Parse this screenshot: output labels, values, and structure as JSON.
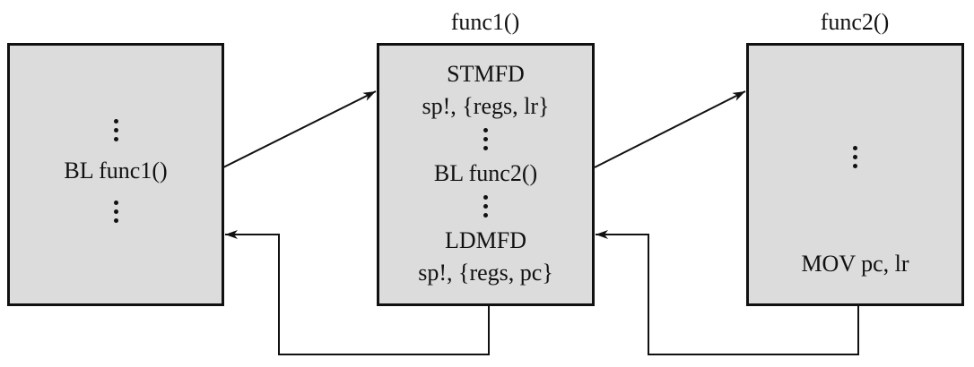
{
  "diagram": {
    "functions": [
      {
        "id": "caller",
        "title": "",
        "lines": [
          "BL func1()"
        ]
      },
      {
        "id": "func1",
        "title": "func1()",
        "lines": [
          "STMFD",
          "sp!, {regs, lr}",
          "BL func2()",
          "LDMFD",
          "sp!, {regs, pc}"
        ]
      },
      {
        "id": "func2",
        "title": "func2()",
        "lines": [
          "MOV pc, lr"
        ]
      }
    ],
    "edges": [
      {
        "from": "caller",
        "to": "func1",
        "kind": "call"
      },
      {
        "from": "func1",
        "to": "func2",
        "kind": "call"
      },
      {
        "from": "func1",
        "to": "caller",
        "kind": "return"
      },
      {
        "from": "func2",
        "to": "func1",
        "kind": "return"
      }
    ],
    "colors": {
      "box_fill": "#dcdcdc",
      "stroke": "#111111"
    }
  }
}
